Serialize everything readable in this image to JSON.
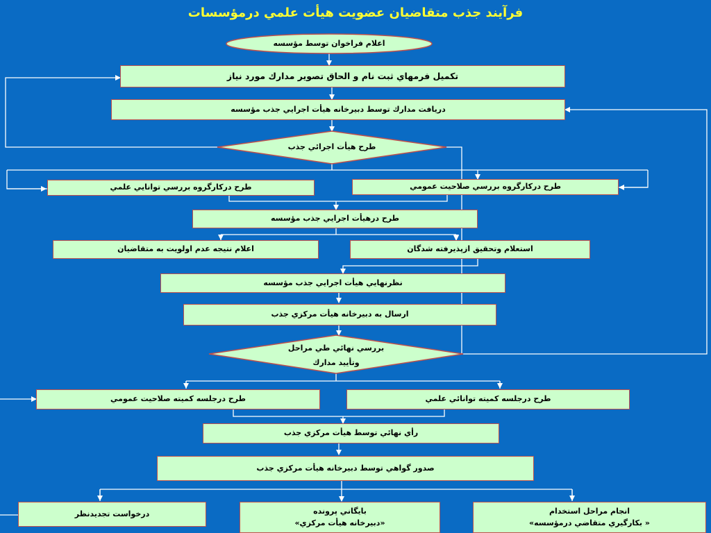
{
  "title": "فرآيند جذب متقاضيان عضويت هيأت علمي درمؤسسات",
  "colors": {
    "background": "#0a6bc4",
    "box_fill": "#ccffcc",
    "box_border": "#c0504d",
    "title": "#ffff33",
    "connector": "#ffffff"
  },
  "nodes": {
    "announce": "اعلام فراخوان توسط مؤسسه",
    "complete_forms": "تكميل فرمهاي ثبت نام و الحاق تصوير مدارك مورد نياز",
    "receive_docs": "دريافت مدارك توسط دبيرخانه هيأت اجرايي جذب مؤسسه",
    "exec_board_review": "طرح هيأت اجرائي جذب",
    "general_qualification_wg": "طرح دركارگروه بررسي صلاحيت عمومي",
    "scientific_ability_wg": "طرح دركارگروه بررسي توانايي علمي",
    "exec_board_meeting": "طرح درهيأت اجرايي جذب مؤسسه",
    "announce_non_priority": "اعلام نتيجه عدم اولويت به متقاضيان",
    "inquiry_accepted": "استعلام وتحقيق ازپذيرفته شدگان",
    "final_opinion_exec": "نظرنهايي هيأت اجرايي جذب مؤسسه",
    "send_central_secretariat": "ارسال به دبيرخانه هيأت مركزي جذب",
    "final_review_line1": "بررسي نهائي طي مراحل",
    "final_review_line2": "وتأييد مدارك",
    "general_qualification_committee": "طرح درجلسه كميته صلاحيت عمومي",
    "scientific_ability_committee": "طرح درجلسه كميته توانائي علمي",
    "final_vote_central": "رأي نهائي توسط هيأت مركزي جذب",
    "issue_certificate": "صدور گواهي توسط دبيرخانه هيأت مركزي جذب",
    "reconsideration_request": "درخواست تجديدنظر",
    "archive_line1": "بايگاني پرونده",
    "archive_line2": "«دبيرخانه هيأت مركزي»",
    "employment_line1": "انجام مراحل استخدام",
    "employment_line2": "« بكارگيري متقاضي درمؤسسه»"
  }
}
